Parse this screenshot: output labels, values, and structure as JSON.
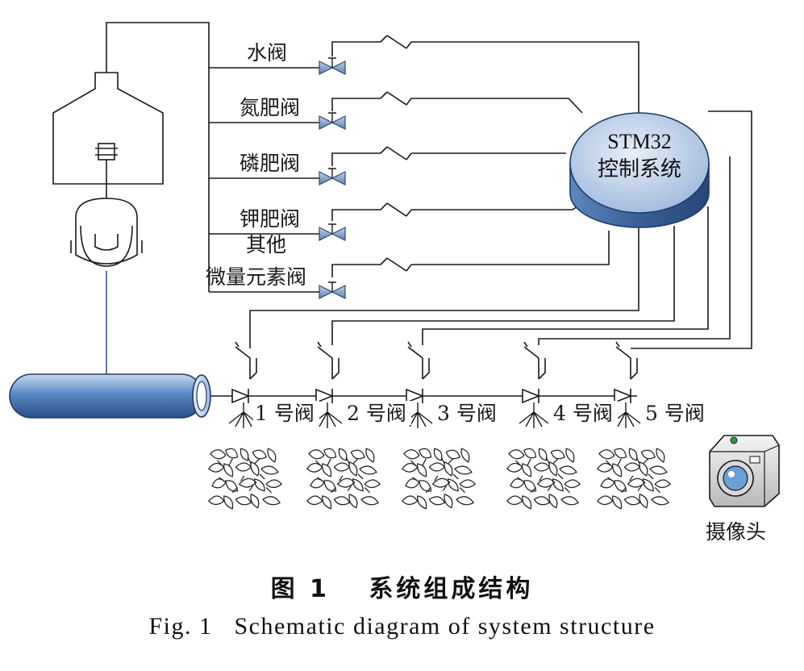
{
  "diagram": {
    "fert_valves": [
      "水阀",
      "氮肥阀",
      "磷肥阀",
      "钾肥阀",
      "其他",
      "微量元素阀"
    ],
    "controller": {
      "line1": "STM32",
      "line2": "控制系统"
    },
    "zone_valves": [
      "1 号阀",
      "2 号阀",
      "3 号阀",
      "4 号阀",
      "5 号阀"
    ],
    "camera": "摄像头"
  },
  "caption": {
    "cn": "图 1　 系统组成结构",
    "en": "Fig. 1   Schematic diagram of system structure"
  }
}
